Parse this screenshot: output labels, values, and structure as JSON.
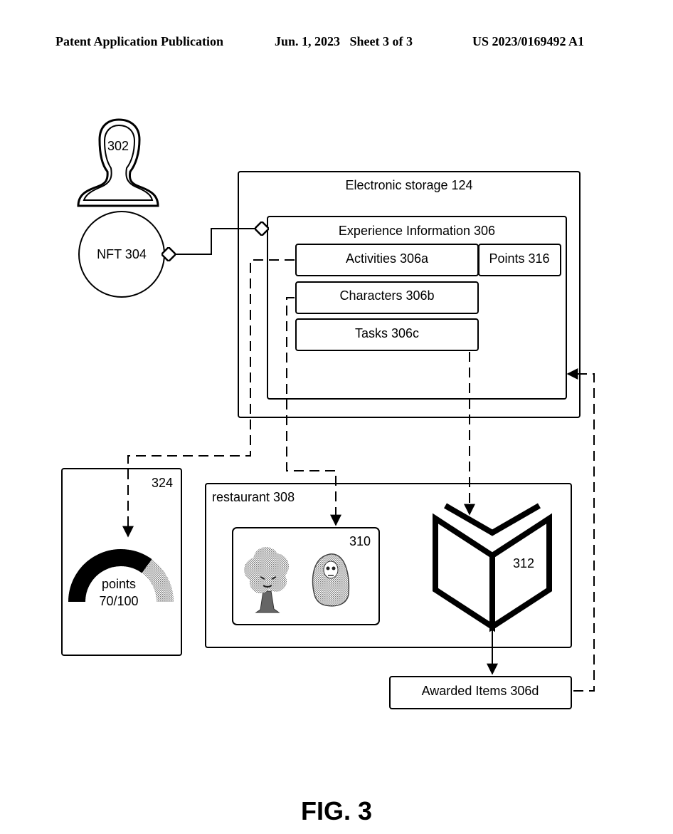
{
  "header": {
    "left": "Patent Application Publication",
    "center": "Jun. 1, 2023   Sheet 3 of 3",
    "right": "US 2023/0169492 A1"
  },
  "diagram": {
    "user_label": "302",
    "nft_label": "NFT 304",
    "storage_label": "Electronic storage 124",
    "experience_label": "Experience Information 306",
    "activities_label": "Activities 306a",
    "points_label": "Points 316",
    "characters_label": "Characters 306b",
    "tasks_label": "Tasks 306c",
    "gauge_box_label": "324",
    "gauge_text": "points",
    "gauge_value": "70/100",
    "gauge_fraction": 0.7,
    "restaurant_label": "restaurant 308",
    "characters_box_label": "310",
    "book_label": "312",
    "awarded_label": "Awarded Items 306d",
    "figure_caption": "FIG. 3"
  }
}
